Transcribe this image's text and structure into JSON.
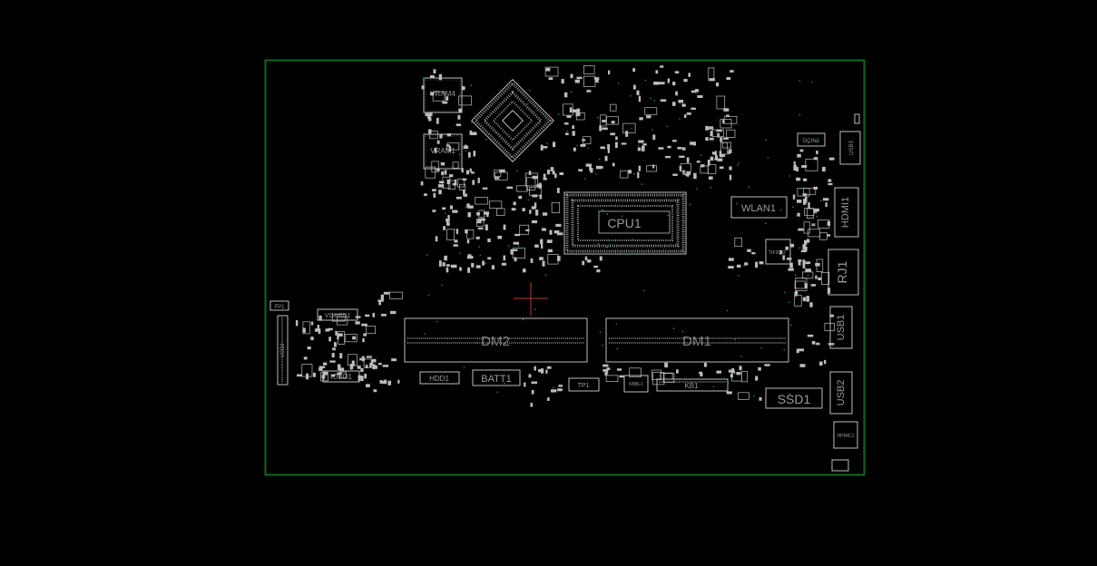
{
  "colors": {
    "background": "#000000",
    "board_outline": "#0f6b1c",
    "component_line": "#bdbdbd",
    "label_text": "#9a9a9a",
    "cursor": "#b23a3a",
    "via": "#1e8c8c"
  },
  "labels": {
    "vram4": "VRAM4",
    "vram1": "VRAM1",
    "cpu": "CPU1",
    "wlan": "WLAN1",
    "dcin": "DCIN1",
    "hdmi": "HDMI1",
    "rj": "RJ1",
    "usb1": "USB1",
    "usb2": "USB2",
    "ssd": "SSD1",
    "hpmic": "HPMIC1",
    "dm2": "DM2",
    "dm1": "DM1",
    "batt": "BATT1",
    "kb": "KB1",
    "tp": "TP1",
    "kbbl": "KBBL1",
    "vgabd": "VGABD1",
    "iobd": "IOBD1",
    "hdd": "HDD1",
    "lcd": "LCD1",
    "fp": "FP1",
    "xf": "XF3002",
    "usb3": "USB3"
  }
}
